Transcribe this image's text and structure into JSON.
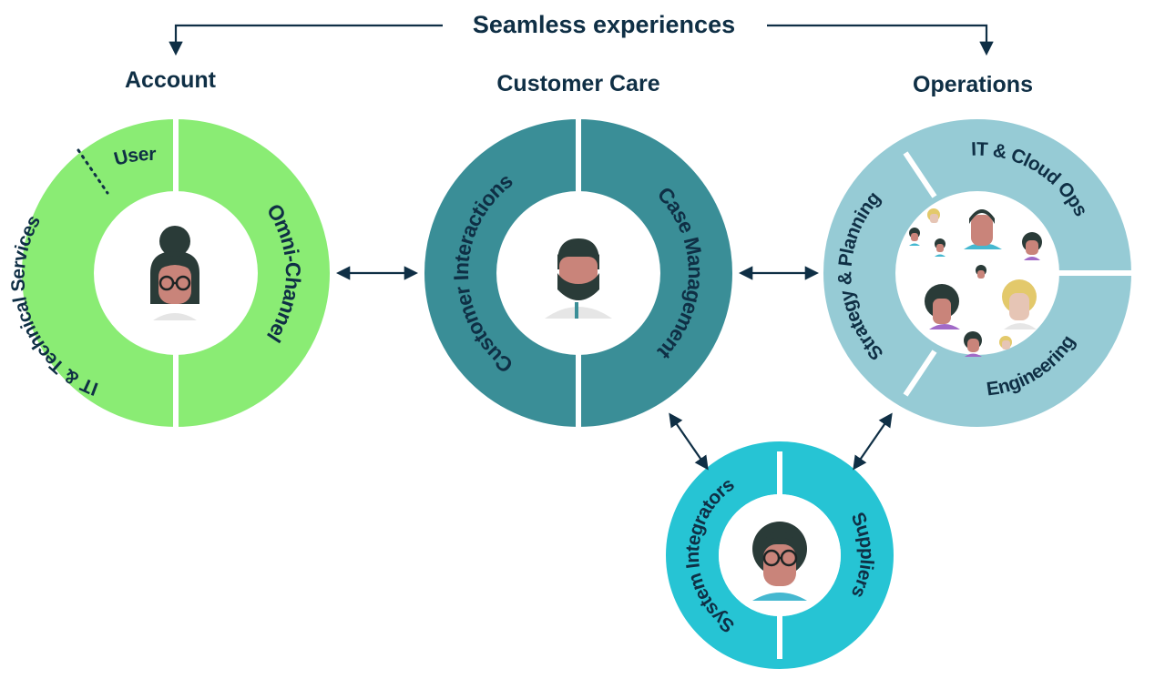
{
  "title": "Seamless experiences",
  "colors": {
    "account": "#8aec74",
    "customer_care": "#3a8e97",
    "operations": "#96cbd5",
    "partners": "#26c4d4",
    "text": "#0f2f45"
  },
  "account": {
    "heading": "Account",
    "segments": {
      "user": "User",
      "omni_channel": "Omni-Channel",
      "it_technical": "IT & Technical Services"
    }
  },
  "customer_care": {
    "heading": "Customer Care",
    "segments": {
      "customer_interactions": "Customer Interactions",
      "case_management": "Case Management"
    }
  },
  "operations": {
    "heading": "Operations",
    "segments": {
      "it_cloud_ops": "IT & Cloud Ops",
      "strategy_planning": "Strategy & Planning",
      "engineering": "Engineering"
    }
  },
  "partners": {
    "segments": {
      "system_integrators": "System Integrators",
      "suppliers": "Suppliers"
    }
  }
}
